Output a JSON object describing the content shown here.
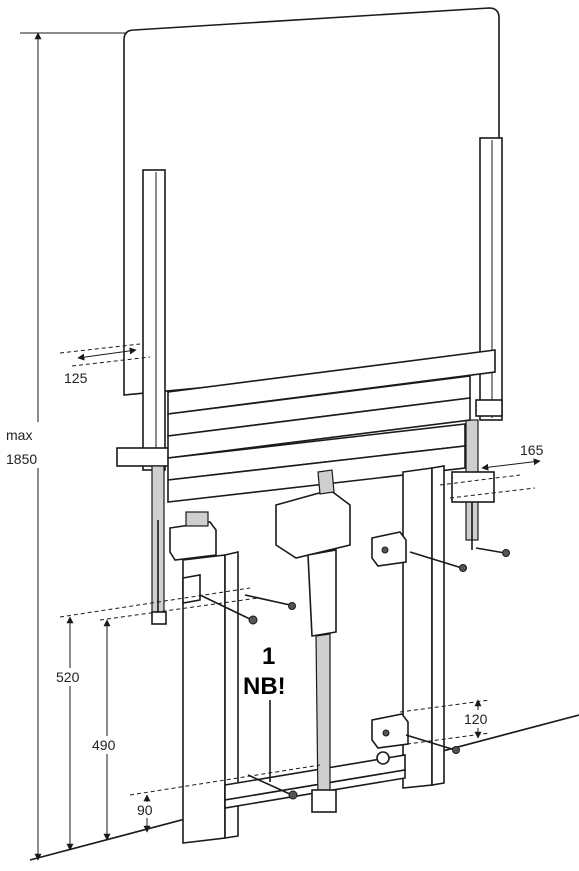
{
  "labels": {
    "height_max_prefix": "max",
    "height_max_value": "1850",
    "offset_left": "125",
    "offset_right": "165",
    "height_upper_fix": "520",
    "height_lower_fix": "490",
    "height_bottom": "90",
    "height_bracket": "120",
    "note_number": "1",
    "note_text": "NB!"
  },
  "colors": {
    "line": "#1a1a1a",
    "shade": "#cfcfcf",
    "background": "#ffffff"
  }
}
